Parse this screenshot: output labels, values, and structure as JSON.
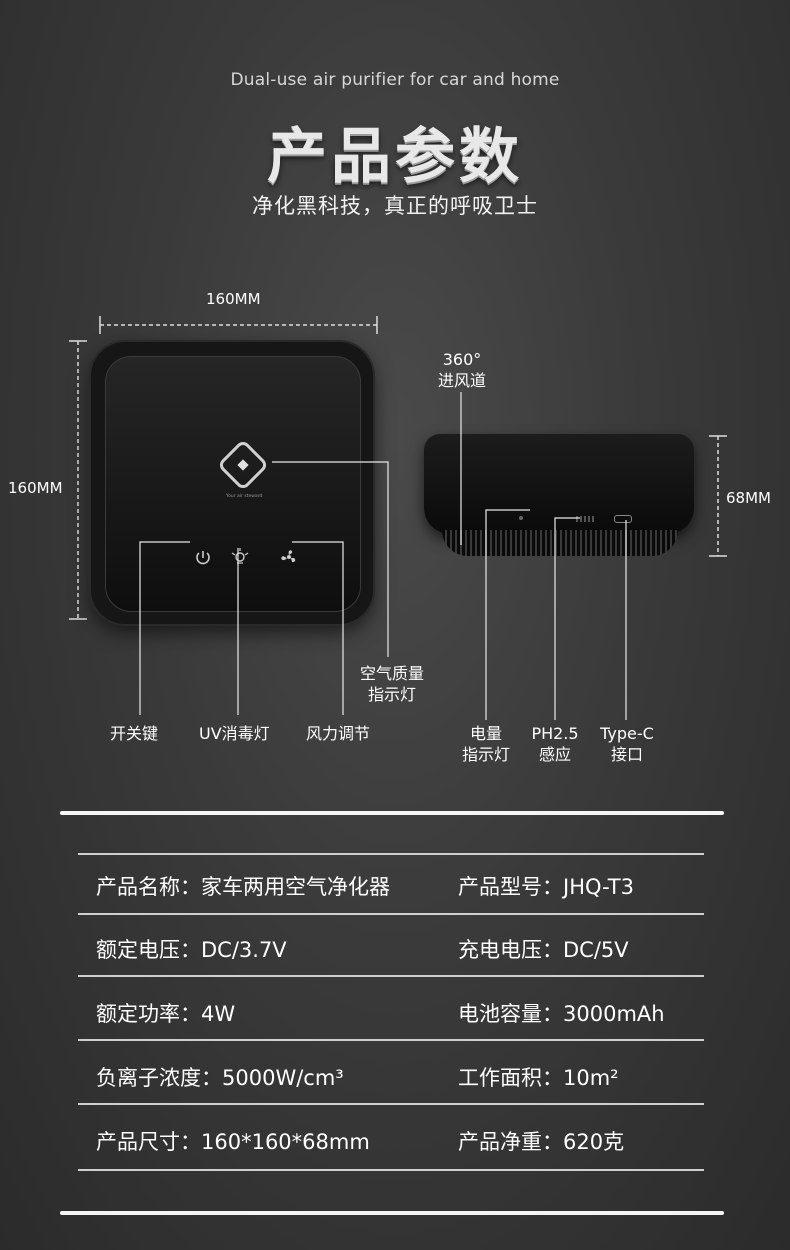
{
  "header": {
    "subtitle_en": "Dual-use air purifier for car and home",
    "title": "产品参数",
    "slogan": "净化黑科技，真正的呼吸卫士"
  },
  "diagram": {
    "width_dim": "160MM",
    "height_dim": "160MM",
    "side_height_dim": "68MM",
    "labels": {
      "power_key": "开关键",
      "uv_light": "UV消毒灯",
      "wind_adjust": "风力调节",
      "air_quality_1": "空气质量",
      "air_quality_2": "指示灯",
      "intake_1": "360°",
      "intake_2": "进风道",
      "battery_1": "电量",
      "battery_2": "指示灯",
      "ph_1": "PH2.5",
      "ph_2": "感应",
      "typec_1": "Type-C",
      "typec_2": "接口"
    },
    "device_tiny_text": "Your air steward"
  },
  "specs": [
    {
      "left": "产品名称：家车两用空气净化器",
      "right": "产品型号：JHQ-T3"
    },
    {
      "left": "额定电压：DC/3.7V",
      "right": "充电电压：DC/5V"
    },
    {
      "left": "额定功率：4W",
      "right": "电池容量：3000mAh"
    },
    {
      "left": "负离子浓度：5000W/cm³",
      "right": "工作面积：10m²"
    },
    {
      "left": "产品尺寸：160*160*68mm",
      "right": "产品净重：620克"
    }
  ]
}
